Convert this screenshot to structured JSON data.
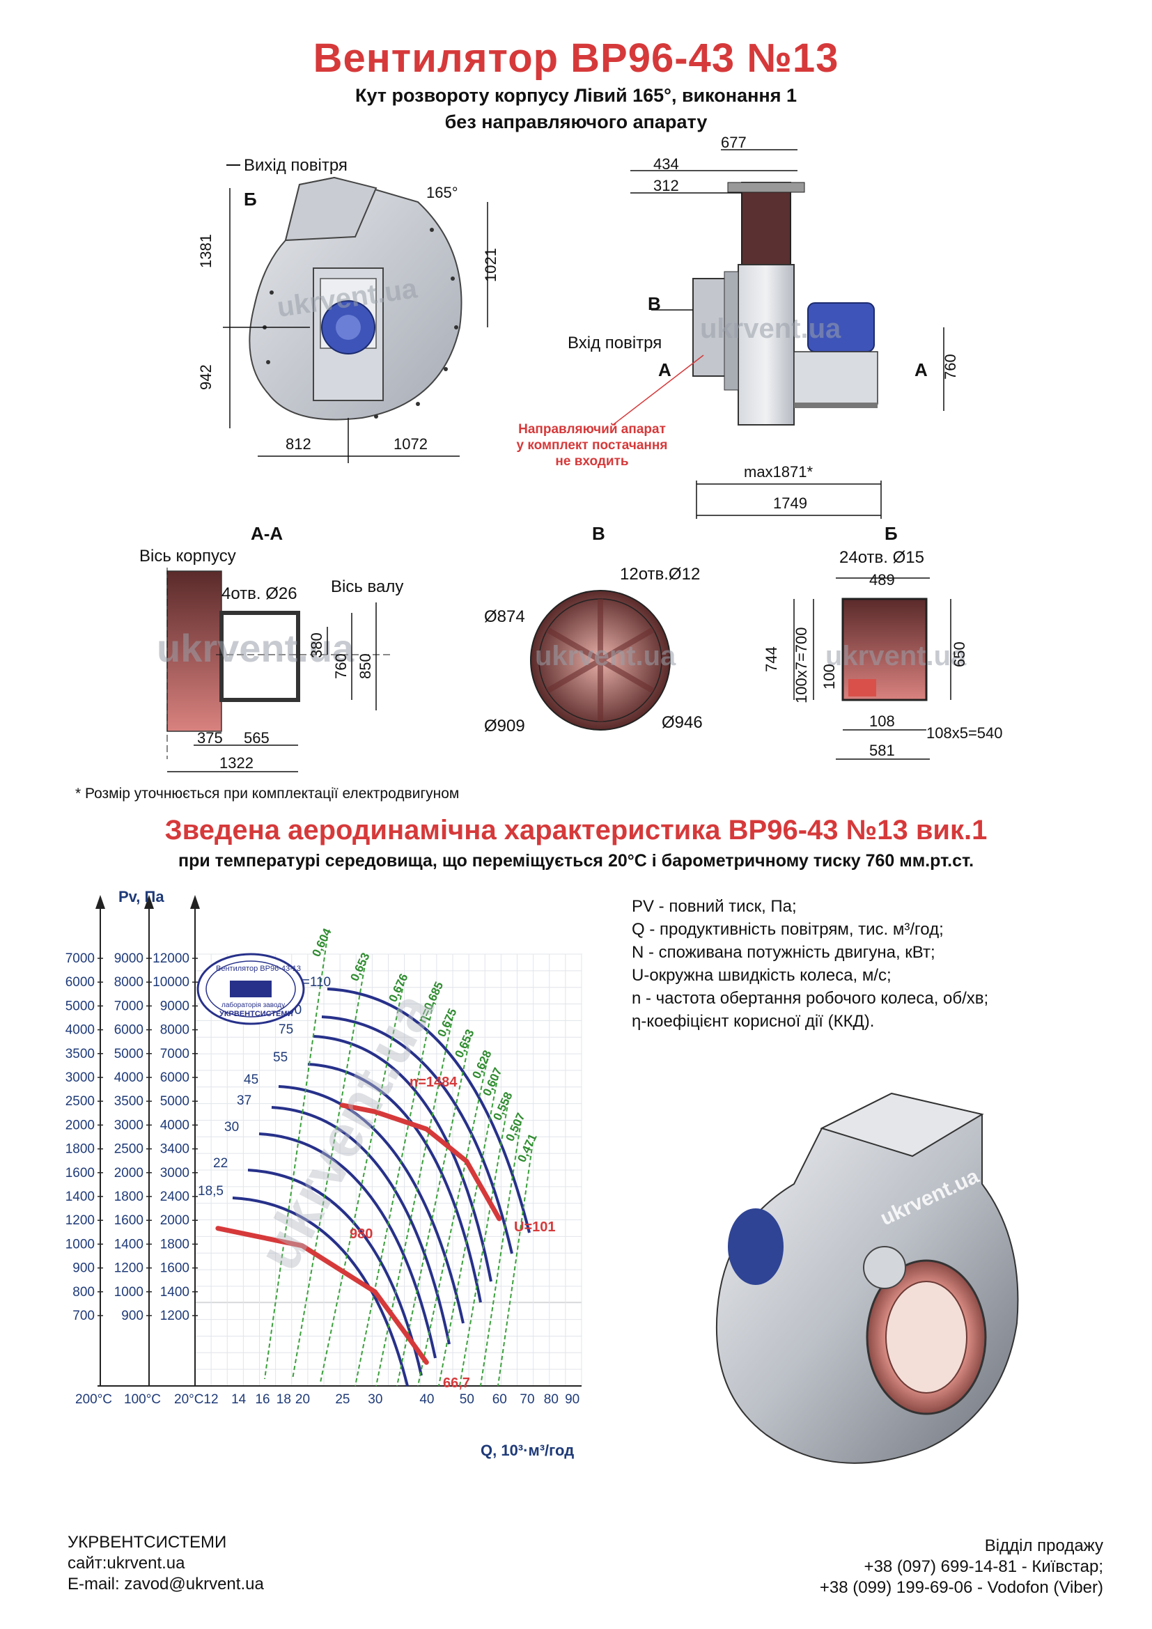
{
  "header": {
    "title": "Вентилятор  ВР96-43 №13",
    "subtitle1": "Кут розвороту корпусу Лівий 165°, виконання 1",
    "subtitle2": "без направляючого апарату"
  },
  "front_view": {
    "outlet_label": "Вихід повітря",
    "section_b": "Б",
    "angle": "165°",
    "dims": [
      "1381",
      "942",
      "1021",
      "812",
      "1072"
    ],
    "watermark": "ukrvent.ua"
  },
  "side_view": {
    "dims_top": [
      "677",
      "434",
      "312"
    ],
    "section_v": "В",
    "inlet_label": "Вхід повітря",
    "section_a_left": "А",
    "section_a_right": "А",
    "dim_height": "760",
    "note_red": [
      "Направляючий апарат",
      "у комплект постачання",
      "не входить"
    ],
    "dim_max": "max1871*",
    "dim_total": "1749"
  },
  "section_aa": {
    "title": "А-А",
    "axis_body": "Вісь корпусу",
    "holes": "4отв. Ø26",
    "axis_shaft": "Вісь валу",
    "dims": [
      "380",
      "760",
      "850",
      "375",
      "565",
      "1322"
    ]
  },
  "section_v": {
    "title": "В",
    "holes": "12отв.Ø12",
    "d1": "Ø874",
    "d2": "Ø909",
    "d3": "Ø946"
  },
  "section_b": {
    "title": "Б",
    "holes": "24отв. Ø15",
    "dims": [
      "489",
      "744",
      "100x7=700",
      "100",
      "650",
      "108",
      "108x5=540",
      "581"
    ]
  },
  "note": "* Розмір уточнюється при комплектації електродвигуном",
  "characteristic": {
    "title": "Зведена аеродинамічна характеристика ВР96-43 №13 вик.1",
    "subtitle": "при температурі середовища, що переміщується 20°С і барометричному тиску 760 мм.рт.ст."
  },
  "legend": [
    "PV - повний тиск, Па;",
    "Q - продуктивність повітрям, тис. м³/год;",
    "N - споживана потужність двигуна, кВт;",
    "U-окружна швидкість колеса, м/с;",
    "n - частота обертання робочого колеса, об/хв;",
    "η-коефіцієнт корисної дії (ККД)."
  ],
  "chart_data": {
    "type": "line",
    "x_scale": "log",
    "y_scale": "log",
    "xlabel": "Q, 10³·м³/год",
    "ylabel": "Pv, Па",
    "x_ticks": [
      "12",
      "14",
      "16",
      "18",
      "20",
      "25",
      "30",
      "40",
      "50",
      "60",
      "70",
      "80",
      "90"
    ],
    "temp_labels": [
      "200°C",
      "100°C",
      "20°C"
    ],
    "y_axis_200C": [
      "7000",
      "6000",
      "5000",
      "4000",
      "3500",
      "3000",
      "2500",
      "2000",
      "1800",
      "1600",
      "1400",
      "1200",
      "1000",
      "900",
      "800",
      "700"
    ],
    "y_axis_100C": [
      "9000",
      "8000",
      "7000",
      "6000",
      "5000",
      "4000",
      "3500",
      "3000",
      "2500",
      "2000",
      "1800",
      "1600",
      "1400",
      "1200",
      "1000",
      "900"
    ],
    "y_axis_20C": [
      "12000",
      "10000",
      "9000",
      "8000",
      "7000",
      "6000",
      "5000",
      "4000",
      "3400",
      "3000",
      "2400",
      "2000",
      "1800",
      "1600",
      "1400",
      "1200"
    ],
    "power_labels": [
      "N=110",
      "90",
      "75",
      "55",
      "45",
      "37",
      "30",
      "22",
      "18,5"
    ],
    "efficiency_labels": [
      "0,604",
      "0,653",
      "0,676",
      "η=0,685",
      "0,675",
      "0,653",
      "0,628",
      "0,607",
      "0,558",
      "0,507",
      "0,471"
    ],
    "speed_labels": [
      "n=1484",
      "980"
    ],
    "u_labels": [
      "U=101",
      "66,7"
    ],
    "stamp": {
      "top": "Вентилятор ВР96-43-13",
      "mid": "лабораторія заводу",
      "bottom": "УКРВЕНТСИСТЕМИ"
    },
    "watermark": "ukrvent.ua",
    "series": [
      {
        "name": "n=1484",
        "points": [
          [
            25,
            5300
          ],
          [
            30,
            5100
          ],
          [
            40,
            4600
          ],
          [
            50,
            3800
          ],
          [
            60,
            2700
          ]
        ]
      },
      {
        "name": "980",
        "points": [
          [
            12.5,
            2550
          ],
          [
            20,
            2300
          ],
          [
            30,
            1750
          ],
          [
            35,
            1400
          ],
          [
            40,
            1150
          ]
        ]
      }
    ]
  },
  "product_watermark": "ukrvent.ua",
  "footer": {
    "company": "УКРВЕНТСИСТЕМИ",
    "site": "сайт:ukrvent.ua",
    "email": "E-mail: zavod@ukrvent.ua",
    "sales": "Відділ продажу",
    "phone1": "+38 (097) 699-14-81 - Київстар;",
    "phone2": "+38 (099) 199-69-06 - Vodofon (Viber)"
  },
  "colors": {
    "red": "#d6393a",
    "blue": "#1e3a78",
    "green": "#2e8b2e",
    "steel": "#b8bcc4"
  }
}
